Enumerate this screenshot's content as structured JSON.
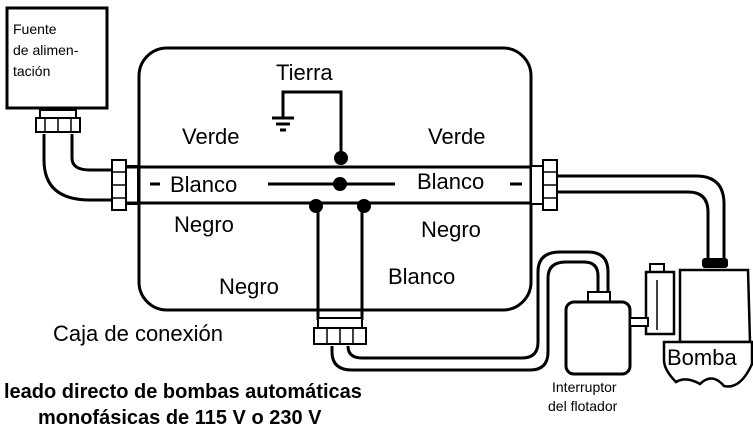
{
  "labels": {
    "power_source": [
      "Fuente",
      "de alimen-",
      "tación"
    ],
    "ground": "Tierra",
    "green_left": "Verde",
    "green_right": "Verde",
    "white_left": "Blanco",
    "white_right": "Blanco",
    "black_left": "Negro",
    "black_right": "Negro",
    "black_lower": "Negro",
    "white_lower": "Blanco",
    "junction_box": "Caja de conexión",
    "pump": "Bomba",
    "float_switch": [
      "Interruptor",
      "del flotador"
    ]
  },
  "caption": {
    "line1": "leado directo de bombas automáticas",
    "line2": "monofásicas de 115 V o 230 V"
  }
}
